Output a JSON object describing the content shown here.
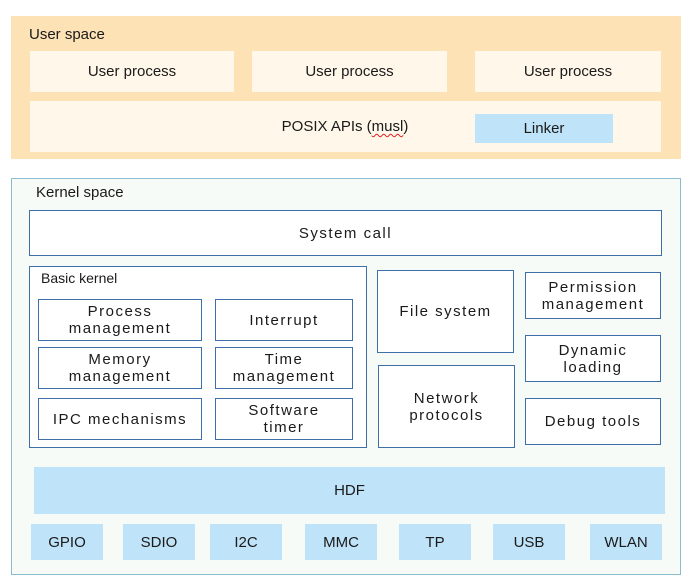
{
  "user_space": {
    "title": "User space",
    "processes": [
      "User process",
      "User process",
      "User process"
    ],
    "posix_prefix": "POSIX APIs (",
    "posix_musl": "musl",
    "posix_suffix": ")",
    "linker": "Linker"
  },
  "kernel_space": {
    "title": "Kernel space",
    "system_call": "System call",
    "basic_kernel": {
      "title": "Basic kernel",
      "modules": {
        "process_management": "Process management",
        "interrupt": "Interrupt",
        "memory_management": "Memory management",
        "time_management": "Time management",
        "ipc_mechanisms": "IPC mechanisms",
        "software_timer": "Software timer"
      }
    },
    "file_system": "File system",
    "network_protocols": "Network protocols",
    "permission_management": "Permission management",
    "dynamic_loading": "Dynamic loading",
    "debug_tools": "Debug tools",
    "hdf": "HDF",
    "drivers": [
      "GPIO",
      "SDIO",
      "I2C",
      "MMC",
      "TP",
      "USB",
      "WLAN"
    ]
  },
  "colors": {
    "user_space_bg": "#fde2b5",
    "user_item_bg": "#fff7ea",
    "accent_blue_bg": "#bfe3f8",
    "box_border": "#3f6fa8"
  }
}
